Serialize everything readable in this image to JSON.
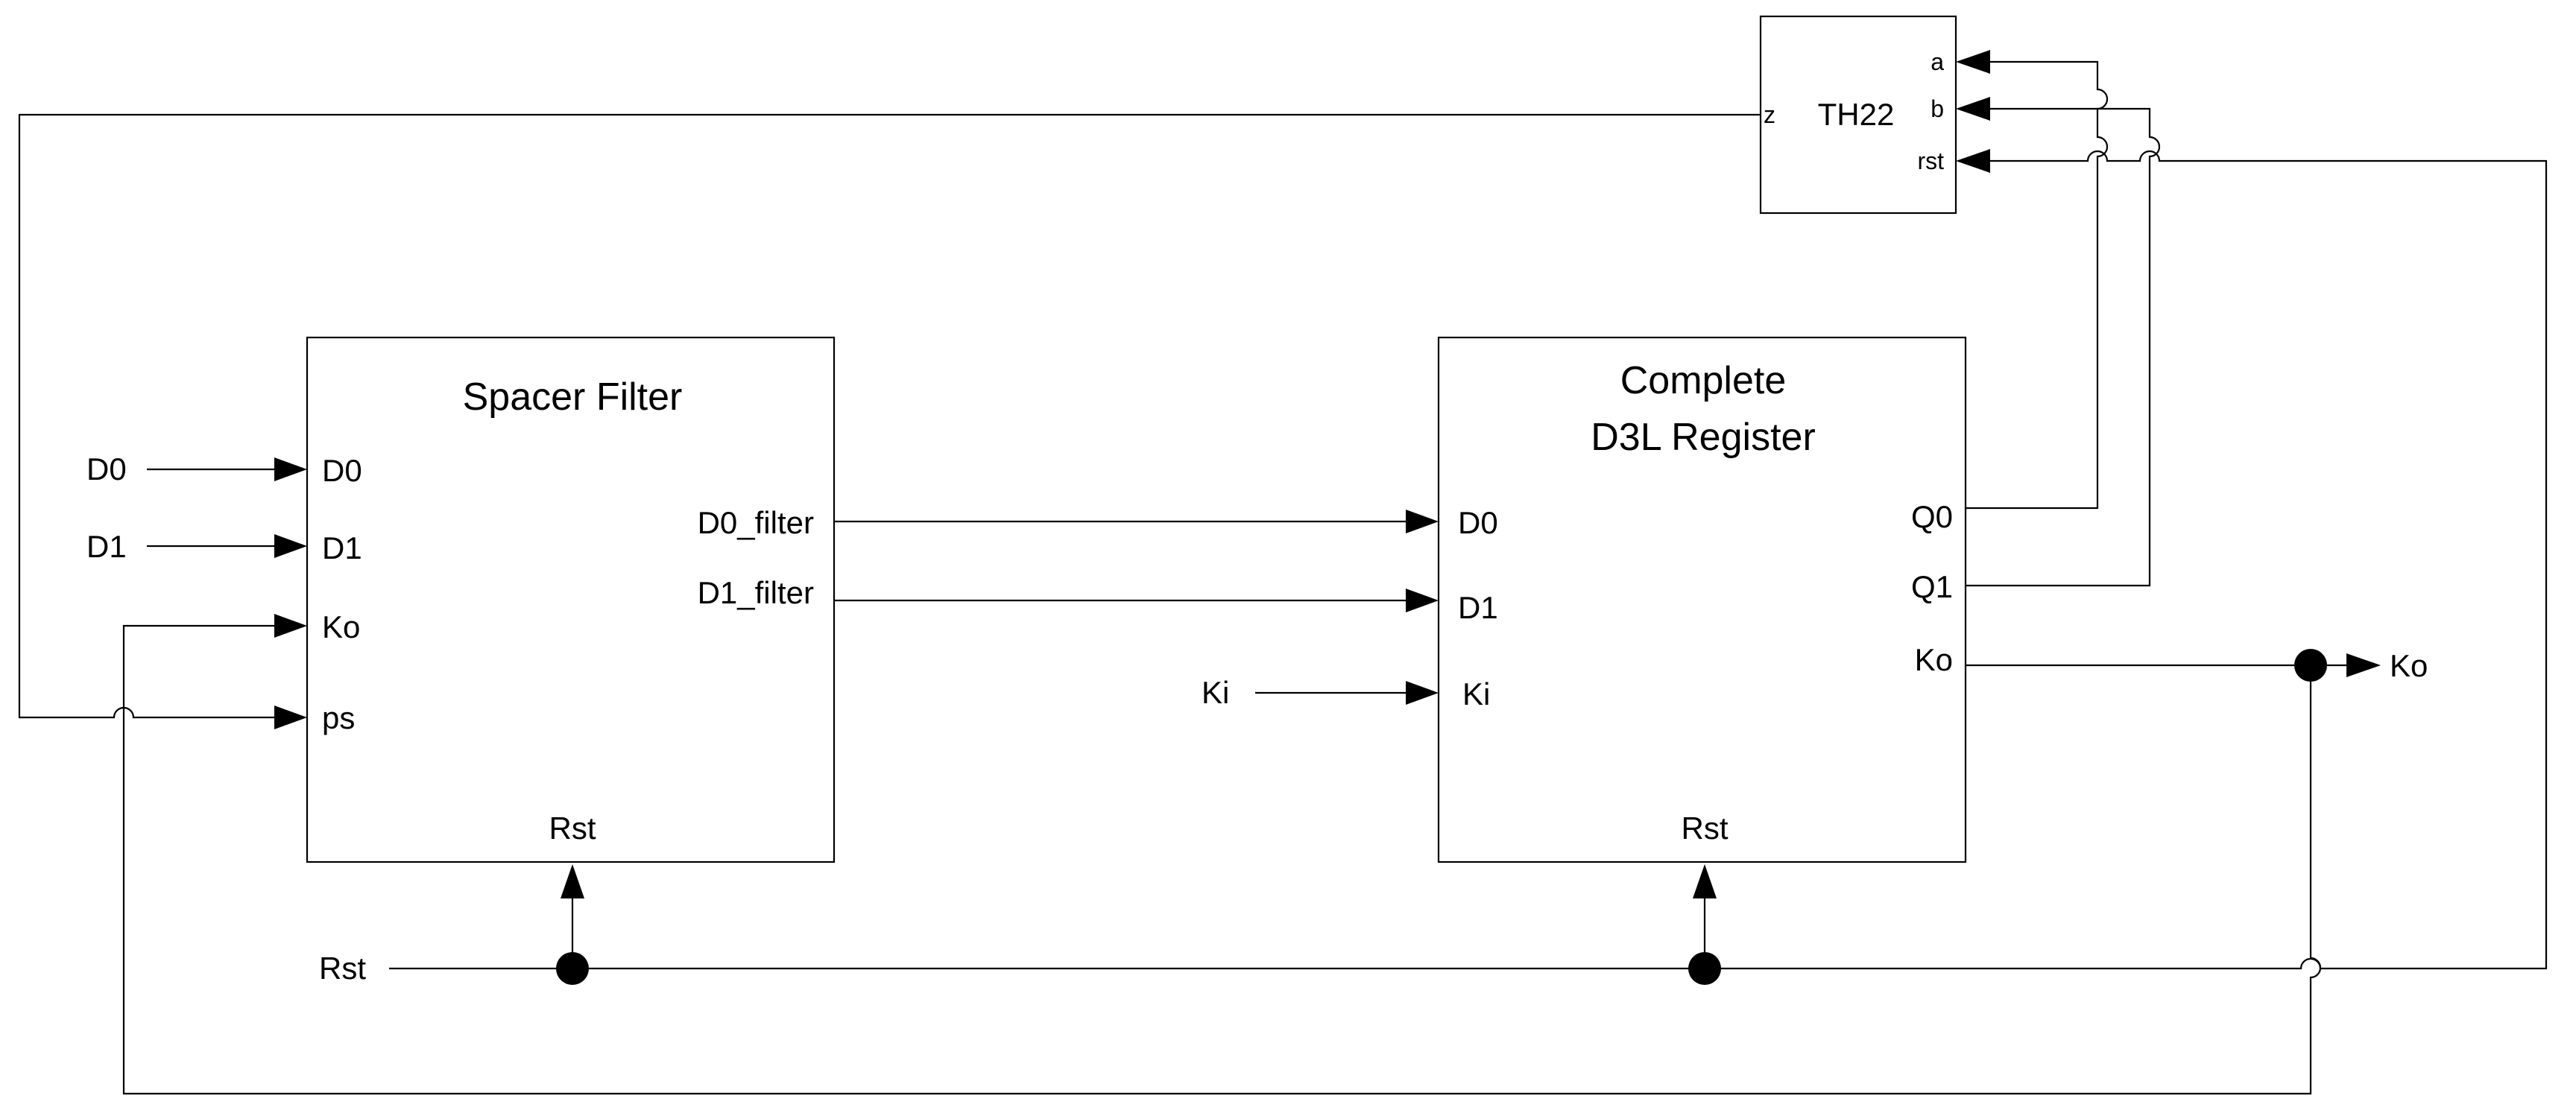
{
  "diagram": {
    "th22": {
      "name": "TH22",
      "ports": {
        "a": "a",
        "b": "b",
        "rst": "rst",
        "z": "z"
      }
    },
    "spacer_filter": {
      "title": "Spacer Filter",
      "inputs": {
        "d0": "D0",
        "d1": "D1",
        "ko": "Ko",
        "ps": "ps"
      },
      "outputs": {
        "d0_filter": "D0_filter",
        "d1_filter": "D1_filter"
      },
      "rst": "Rst"
    },
    "register": {
      "title_line1": "Complete",
      "title_line2": "D3L Register",
      "inputs": {
        "d0": "D0",
        "d1": "D1",
        "ki": "Ki"
      },
      "outputs": {
        "q0": "Q0",
        "q1": "Q1",
        "ko": "Ko"
      },
      "rst": "Rst"
    },
    "external": {
      "d0": "D0",
      "d1": "D1",
      "ki": "Ki",
      "ko": "Ko",
      "rst": "Rst"
    }
  }
}
